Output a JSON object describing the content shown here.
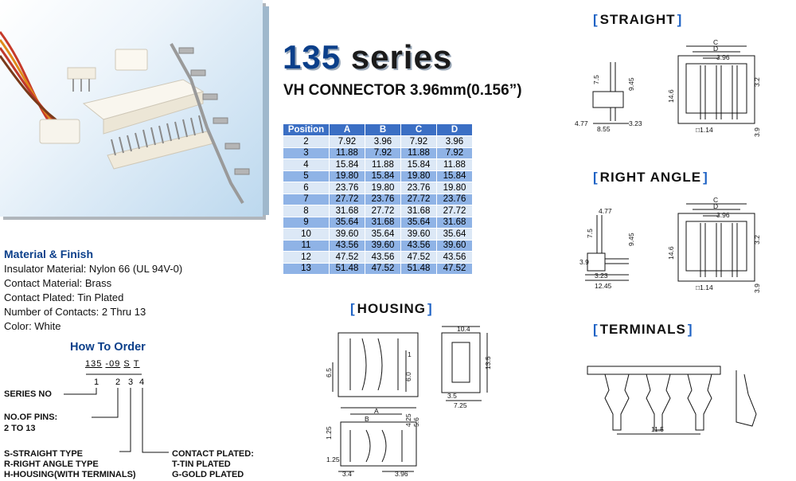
{
  "header": {
    "title_number": "135",
    "title_word": "series",
    "subtitle": "VH CONNECTOR 3.96mm(0.156”)"
  },
  "table": {
    "headers": [
      "Position",
      "A",
      "B",
      "C",
      "D"
    ],
    "rows": [
      [
        "2",
        "7.92",
        "3.96",
        "7.92",
        "3.96"
      ],
      [
        "3",
        "11.88",
        "7.92",
        "11.88",
        "7.92"
      ],
      [
        "4",
        "15.84",
        "11.88",
        "15.84",
        "11.88"
      ],
      [
        "5",
        "19.80",
        "15.84",
        "19.80",
        "15.84"
      ],
      [
        "6",
        "23.76",
        "19.80",
        "23.76",
        "19.80"
      ],
      [
        "7",
        "27.72",
        "23.76",
        "27.72",
        "23.76"
      ],
      [
        "8",
        "31.68",
        "27.72",
        "31.68",
        "27.72"
      ],
      [
        "9",
        "35.64",
        "31.68",
        "35.64",
        "31.68"
      ],
      [
        "10",
        "39.60",
        "35.64",
        "39.60",
        "35.64"
      ],
      [
        "11",
        "43.56",
        "39.60",
        "43.56",
        "39.60"
      ],
      [
        "12",
        "47.52",
        "43.56",
        "47.52",
        "43.56"
      ],
      [
        "13",
        "51.48",
        "47.52",
        "51.48",
        "47.52"
      ]
    ]
  },
  "material": {
    "title": "Material & Finish",
    "lines": [
      "Insulator Material: Nylon 66 (UL 94V-0)",
      "Contact Material: Brass",
      "Contact Plated: Tin Plated",
      "Number of Contacts: 2 Thru 13",
      "Color: White"
    ]
  },
  "order": {
    "title": "How To Order",
    "code": {
      "p1": "135",
      "p2": "-09",
      "p3": "S",
      "p4": "T"
    },
    "numbers": [
      "1",
      "2",
      "3",
      "4"
    ],
    "series_label": "SERIES NO",
    "pins_label_1": "NO.OF PINS:",
    "pins_label_2": "2  TO  13",
    "type_1": "S-STRAIGHT TYPE",
    "type_2": "R-RIGHT ANGLE TYPE",
    "type_3": "H-HOUSING(WITH TERMINALS)",
    "plate_1": "CONTACT PLATED:",
    "plate_2": "T-TIN PLATED",
    "plate_3": "G-GOLD PLATED"
  },
  "sections": {
    "straight": "STRAIGHT",
    "right_angle": "RIGHT ANGLE",
    "housing": "HOUSING",
    "terminals": "TERMINALS"
  },
  "dims": {
    "straight": [
      "C",
      "D",
      "3.96",
      "7.5",
      "9.45",
      "14.6",
      "3.2",
      "4.77",
      "8.55",
      "3.23",
      "□1.14",
      "3.9"
    ],
    "right": [
      "C",
      "D",
      "3.96",
      "4.77",
      "7.5",
      "9.45",
      "14.6",
      "3.2",
      "3.9",
      "3.23",
      "12.45",
      "□1.14",
      "3.9"
    ],
    "housing": [
      "1",
      "6.5",
      "6.0",
      "10.4",
      "13.5",
      "3.5",
      "7.25",
      "A",
      "B",
      "1.25",
      "4.25",
      "5.6",
      "1.25",
      "3.4",
      "3.96"
    ],
    "terminals": [
      "11.5"
    ]
  }
}
